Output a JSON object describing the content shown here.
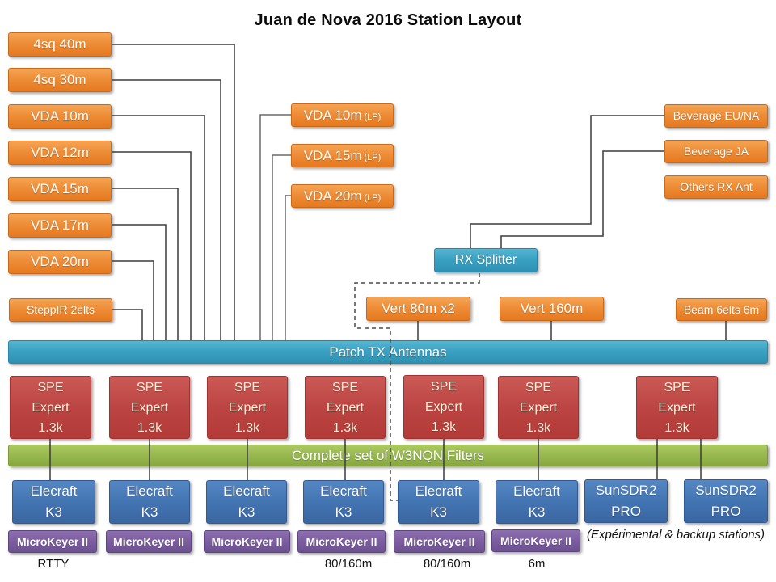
{
  "title": "Juan de Nova 2016 Station Layout",
  "antennas": {
    "left": [
      "4sq 40m",
      "4sq 30m",
      "VDA 10m",
      "VDA 12m",
      "VDA 15m",
      "VDA 17m",
      "VDA 20m"
    ],
    "steppir": "SteppIR 2elts",
    "low_power": [
      {
        "label": "VDA 10m",
        "sub": "(LP)"
      },
      {
        "label": "VDA 15m",
        "sub": "(LP)"
      },
      {
        "label": "VDA 20m",
        "sub": "(LP)"
      }
    ],
    "rx": [
      "Beverage EU/NA",
      "Beverage JA",
      "Others RX Ant"
    ],
    "verticals": [
      "Vert 80m x2",
      "Vert 160m"
    ],
    "beam": "Beam 6elts 6m"
  },
  "rx_splitter": "RX Splitter",
  "patch_bar": "Patch TX Antennas",
  "amplifiers": {
    "lines": [
      "SPE",
      "Expert",
      "1.3k"
    ],
    "count": 7
  },
  "filter_bar": "Complete set of W3NQN Filters",
  "radios": {
    "elecraft": [
      "Elecraft",
      "K3"
    ],
    "sunsdr": [
      "SunSDR2",
      "PRO"
    ],
    "note": "(Expérimental & backup stations)"
  },
  "keyers": {
    "label": "MicroKeyer II",
    "count": 6
  },
  "station_labels": [
    "RTTY",
    "80/160m",
    "80/160m",
    "6m"
  ],
  "colors": {
    "orange": "#ED8733",
    "teal": "#36A0C2",
    "red": "#BE4745",
    "green": "#97B94F",
    "blue": "#4377B5",
    "purple": "#7A5CA0",
    "wire": "#3B3B3B"
  }
}
